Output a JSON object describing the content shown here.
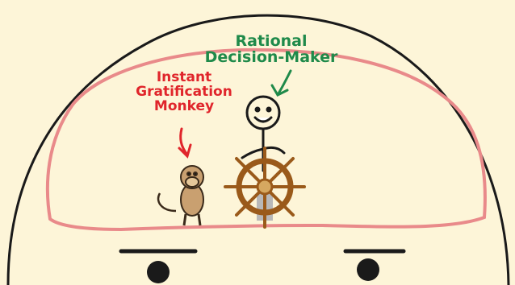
{
  "labels": {
    "rational": {
      "line1": "Rational",
      "line2": "Decision-Maker"
    },
    "monkey": {
      "line1": "Instant",
      "line2": "Gratification",
      "line3": "Monkey"
    }
  },
  "colors": {
    "background": "#fdf5d8",
    "brain_outline": "#e98a8a",
    "rational_label": "#1f8a4a",
    "monkey_label": "#e0252b",
    "wheel": "#9a5a1a",
    "monkey": "#c9a070",
    "ink": "#1a1a1a"
  }
}
